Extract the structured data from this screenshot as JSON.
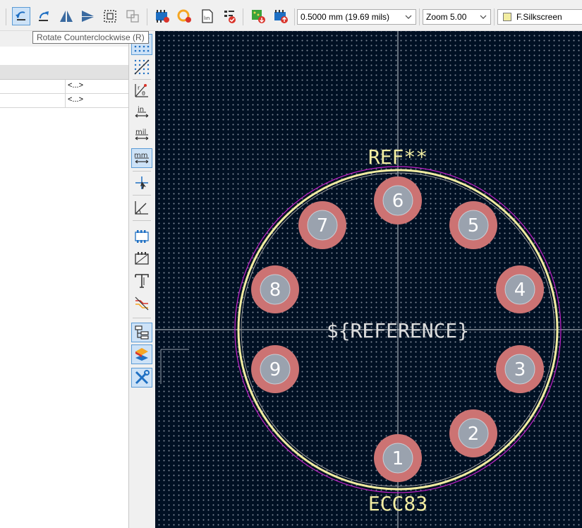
{
  "toolbar": {
    "tooltip": "Rotate Counterclockwise  (R)",
    "icons": [
      "rotate-ccw-icon",
      "rotate-cw-icon",
      "mirror-horizontal-icon",
      "mirror-vertical-icon",
      "group-icon",
      "ungroup-icon",
      "footprint-properties-icon",
      "footprint-checker-icon",
      "datasheet-icon",
      "drc-icon",
      "load-from-board-icon",
      "update-board-icon"
    ],
    "grid_select": "0.5000 mm (19.69 mils)",
    "zoom_select": "Zoom 5.00",
    "layer_select": "F.Silkscreen",
    "layer_color": "#f2eda1"
  },
  "properties": {
    "rows": [
      {
        "value": "<...>"
      },
      {
        "value": "<...>"
      }
    ]
  },
  "left_toolbar": {
    "buttons": [
      {
        "name": "grid-icon",
        "active": true
      },
      {
        "name": "grid-override-icon",
        "active": false
      },
      {
        "name": "polar-coords-icon",
        "active": false,
        "text": "r θ"
      },
      {
        "name": "units-inch-icon",
        "active": false,
        "text": "in"
      },
      {
        "name": "units-mil-icon",
        "active": false,
        "text": "mil"
      },
      {
        "name": "units-mm-icon",
        "active": true,
        "text": "mm"
      },
      {
        "name": "cursor-crosshair-icon",
        "active": false
      },
      {
        "name": "angle-constraint-icon",
        "active": false
      },
      {
        "name": "pad-fill-icon",
        "active": false
      },
      {
        "name": "graphic-outline-icon",
        "active": false
      },
      {
        "name": "text-outline-icon",
        "active": false
      },
      {
        "name": "highcontrast-icon",
        "active": false
      },
      {
        "name": "footprint-tree-icon",
        "active": true
      },
      {
        "name": "layers-manager-icon",
        "active": true
      },
      {
        "name": "properties-panel-icon",
        "active": true
      }
    ]
  },
  "board": {
    "ref_text": "REF**",
    "value_text": "ECC83",
    "fab_ref_text": "${REFERENCE}",
    "pads": [
      "1",
      "2",
      "3",
      "4",
      "5",
      "6",
      "7",
      "8",
      "9"
    ],
    "colors": {
      "background": "#001023",
      "silkscreen": "#f2eda1",
      "courtyard": "#c21ec9",
      "pad": "#cc7373",
      "hole": "#9aa2ae"
    }
  }
}
